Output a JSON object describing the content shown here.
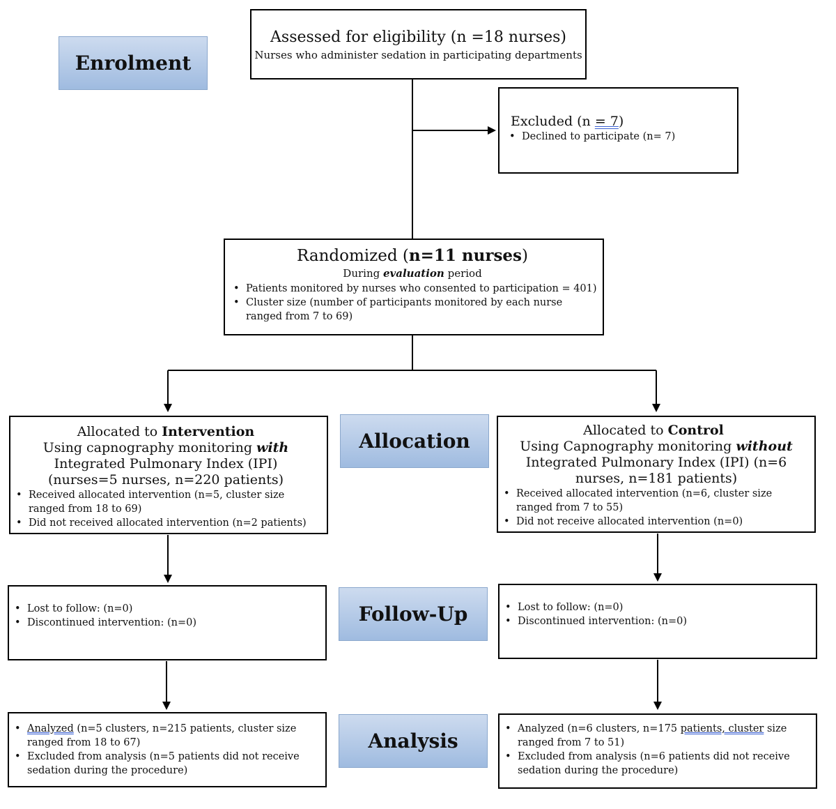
{
  "stages": {
    "enrolment": "Enrolment",
    "allocation": "Allocation",
    "follow_up": "Follow-Up",
    "analysis": "Analysis"
  },
  "assessed": {
    "title": "Assessed for eligibility (n =18 nurses)",
    "subtitle": "Nurses who administer sedation in participating departments"
  },
  "excluded": {
    "title_prefix": "Excluded (n ",
    "title_eq": "= 7",
    "title_suffix": ")",
    "items": [
      "Declined to participate (n= 7)"
    ]
  },
  "randomized": {
    "title_prefix": "Randomized (",
    "title_bold": "n=11 nurses",
    "title_suffix": ")",
    "sub_prefix": "During ",
    "sub_emph": "evaluation",
    "sub_suffix": " period",
    "items": [
      "Patients monitored by nurses who consented to participation = 401)",
      "Cluster size (number of participants monitored by each nurse ranged from 7 to 69)"
    ]
  },
  "intervention": {
    "title_prefix": "Allocated to ",
    "title_bold": "Intervention",
    "desc_prefix": "Using capnography monitoring ",
    "desc_emph": "with",
    "desc_suffix": " Integrated Pulmonary Index (IPI) (nurses=5 nurses, n=220 patients)",
    "items": [
      "Received allocated intervention (n=5, cluster size ranged from 18 to 69)",
      "Did not received allocated intervention (n=2 patients)"
    ]
  },
  "control": {
    "title_prefix": "Allocated to ",
    "title_bold": "Control",
    "desc_prefix": "Using Capnography monitoring ",
    "desc_emph": "without",
    "desc_suffix": " Integrated Pulmonary Index (IPI) (n=6 nurses, n=181 patients)",
    "items": [
      "Received allocated intervention (n=6, cluster size ranged from 7 to 55)",
      "Did not receive allocated intervention (n=0)"
    ]
  },
  "followup_left": {
    "items": [
      "Lost to follow: (n=0)",
      "Discontinued intervention: (n=0)"
    ]
  },
  "followup_right": {
    "items": [
      "Lost to follow: (n=0)",
      "Discontinued intervention: (n=0)"
    ]
  },
  "analysis_left": {
    "item1_u": "Analyzed",
    "item1_rest": " (n=5 clusters, n=215 patients, cluster size ranged from 18 to 67)",
    "item2": "Excluded from analysis (n=5 patients did not receive sedation during the procedure)"
  },
  "analysis_right": {
    "item1_a": "Analyzed (n=6 clusters, n=175 ",
    "item1_u": "patients, cluster",
    "item1_b": " size ranged from 7 to 51)",
    "item2": "Excluded from analysis (n=6 patients did not receive sedation during the procedure)"
  }
}
